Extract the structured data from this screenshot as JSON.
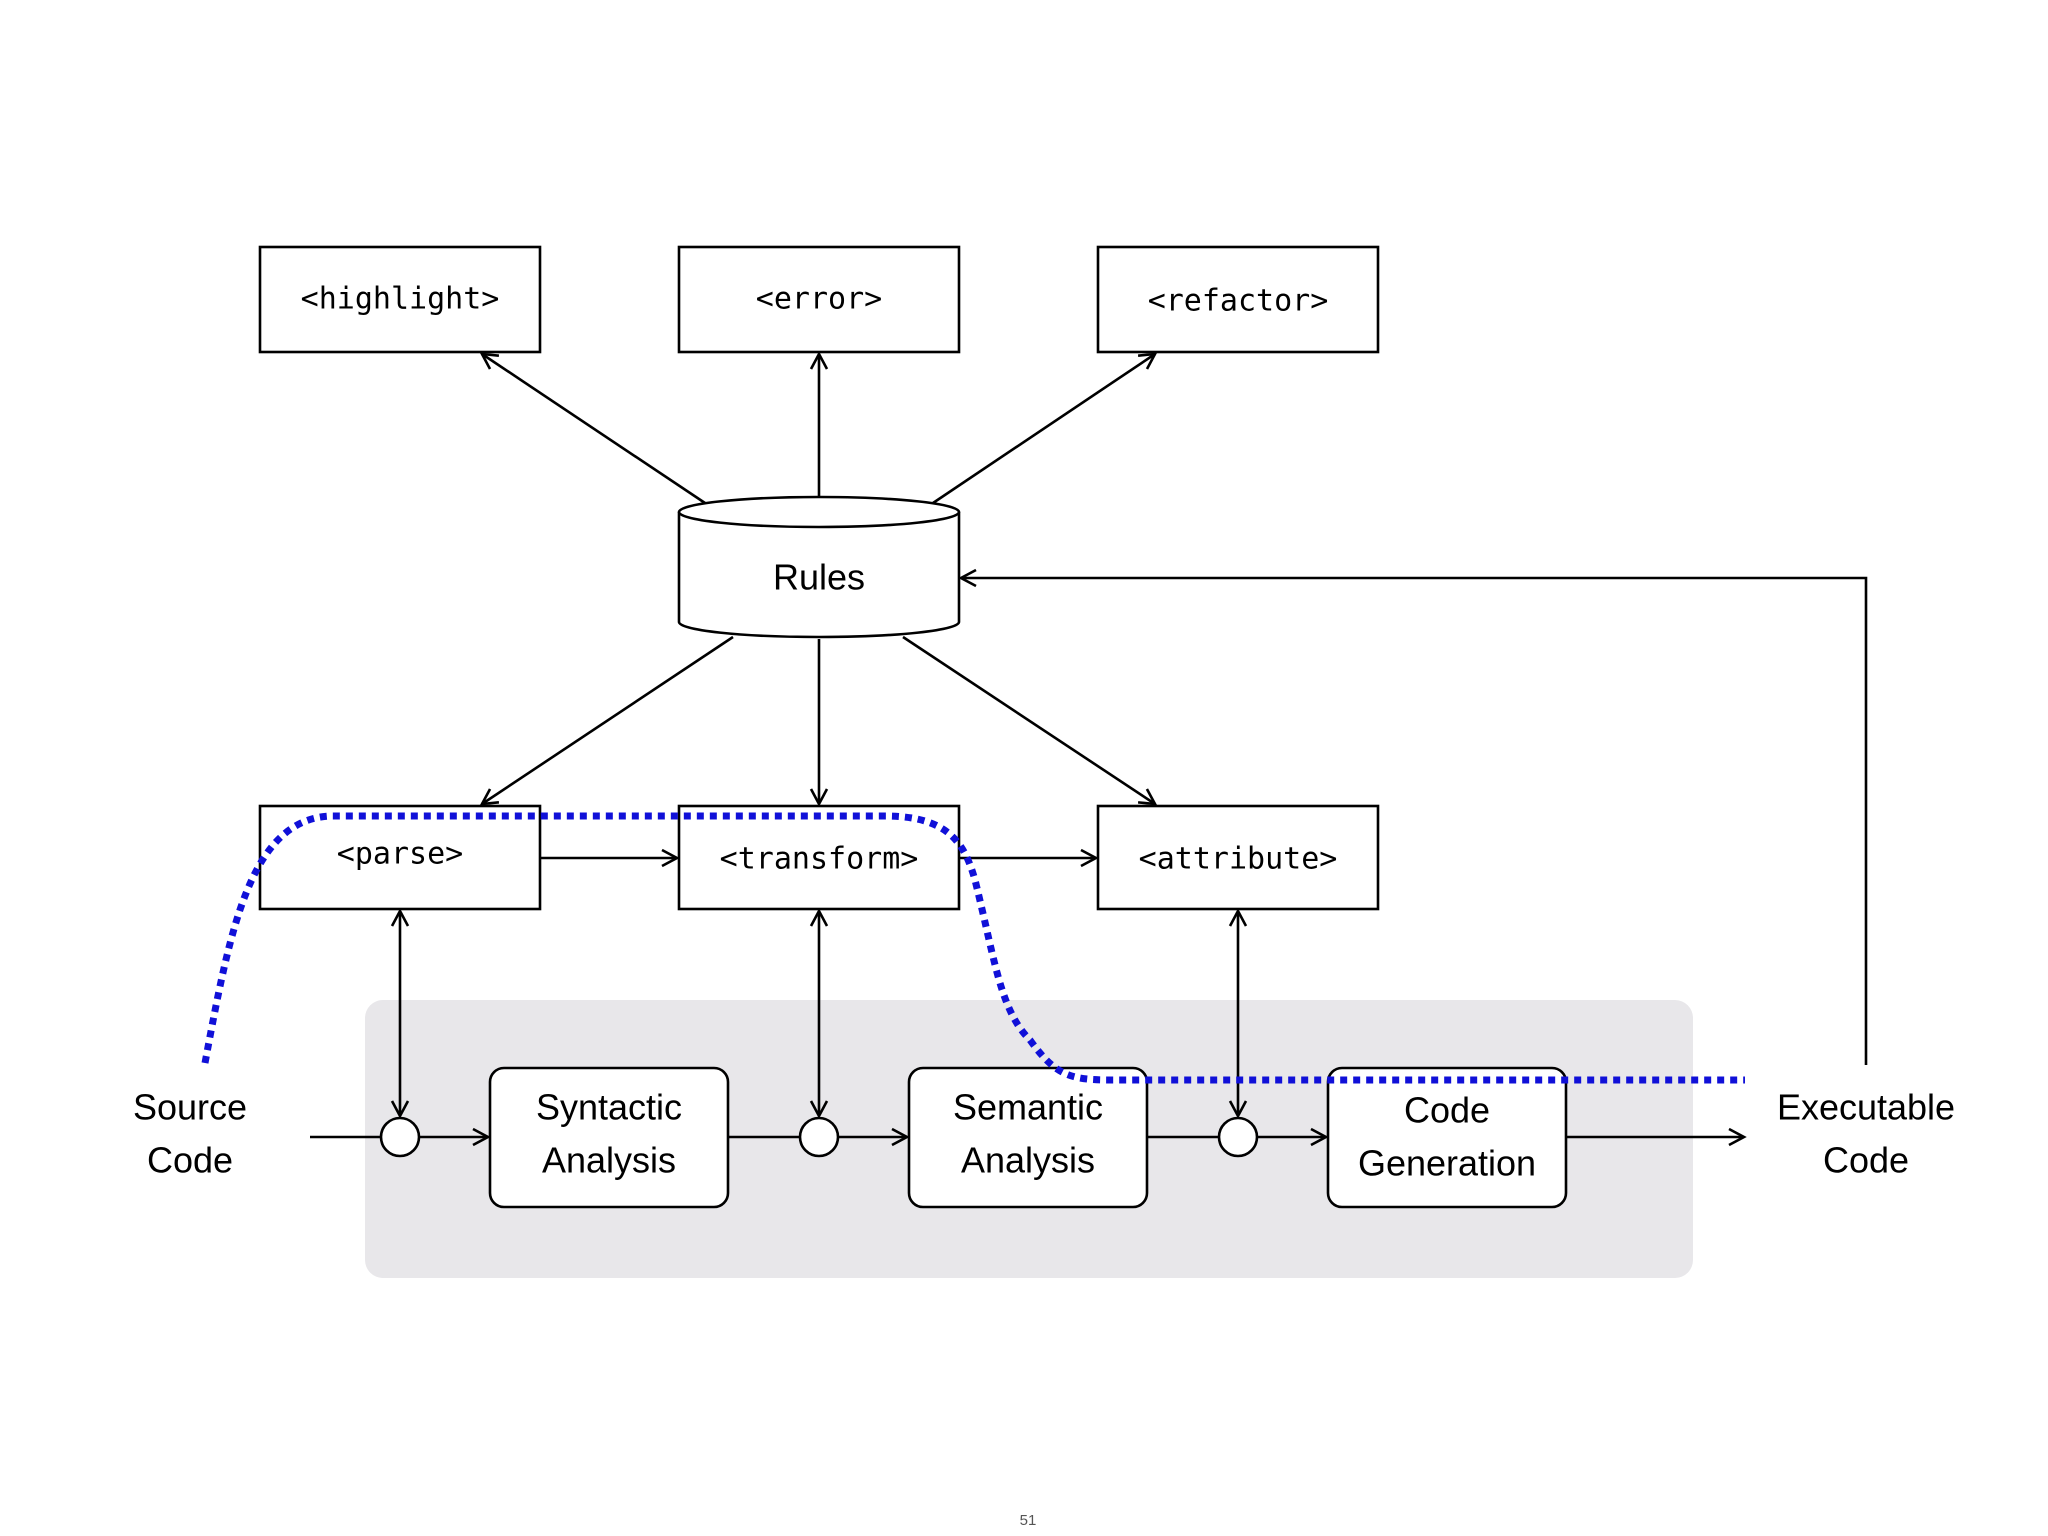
{
  "rules": {
    "label": "Rules"
  },
  "outputs": [
    "<highlight>",
    "<error>",
    "<refactor>"
  ],
  "stages": [
    "<parse>",
    "<transform>",
    "<attribute>"
  ],
  "pipeline": {
    "source": [
      "Source",
      "Code"
    ],
    "steps": [
      [
        "Syntactic",
        "Analysis"
      ],
      [
        "Semantic",
        "Analysis"
      ],
      [
        "Code",
        "Generation"
      ]
    ],
    "target": [
      "Executable",
      "Code"
    ]
  },
  "page_number": "51",
  "colors": {
    "highlight_path": "#1010d8",
    "pipeline_background": "#e8e7ea",
    "stroke": "#000000"
  }
}
